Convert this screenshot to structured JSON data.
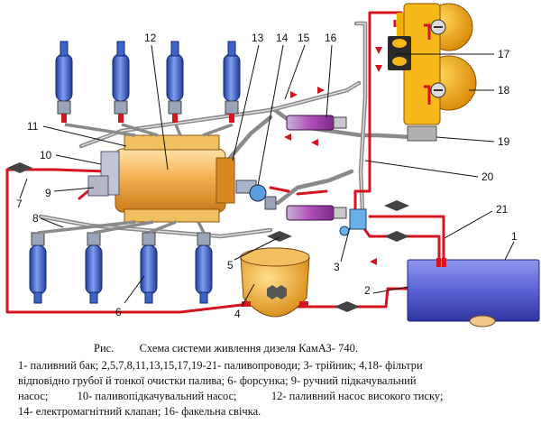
{
  "callouts": {
    "n1": "1",
    "n2": "2",
    "n3": "3",
    "n4": "4",
    "n5": "5",
    "n6": "6",
    "n7": "7",
    "n8": "8",
    "n9": "9",
    "n10": "10",
    "n11": "11",
    "n12": "12",
    "n13": "13",
    "n14": "14",
    "n15": "15",
    "n16": "16",
    "n17": "17",
    "n18": "18",
    "n19": "19",
    "n20": "20",
    "n21": "21"
  },
  "caption": {
    "fig_label": "Рис.",
    "title": "Схема системи живлення  дизеля  КамАЗ- 740.",
    "line1": "1- паливний бак; 2,5,7,8,11,13,15,17,19-21- паливопроводи; 3- трійник; 4,18- фільтри",
    "line2": "відповідно грубої й тонкої очистки палива; 6- форсунка; 9- ручний підкачувальний",
    "line3_a": "насос;",
    "line3_b": "10- паливопідкачувальний насос;",
    "line3_c": "12- паливний насос високого тиску;",
    "line4": "14- електромагнітний клапан; 16- факельна свічка."
  },
  "colors": {
    "fuel_line": "#d4141e",
    "return_line": "#8c8c8c",
    "tank": "#5a63d6",
    "filter_coarse": "#f0a92a",
    "filter_fine": "#f2a000",
    "pump": "#f0a040",
    "injector": "#3c64c8"
  }
}
